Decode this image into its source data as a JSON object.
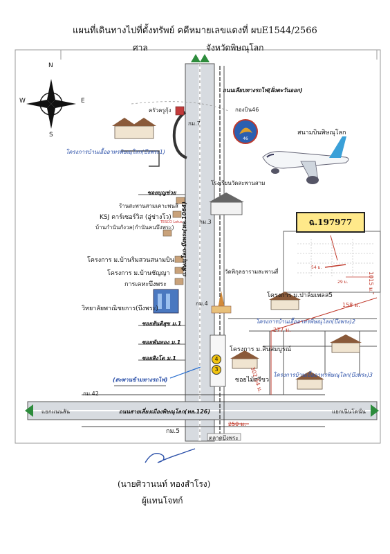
{
  "header": {
    "title": "แผนที่เดินทางไปที่ตั้งทรัพย์ คดีหมายเลขแดงที่ ผบE1544/2566",
    "top_left": "ศาล",
    "top_right": "จังหวัดพิษณุโลก"
  },
  "compass": {
    "n": "N",
    "s": "S",
    "e": "E",
    "w": "W"
  },
  "labels": {
    "flyover": "ถนนเลียบทางรถไฟ(ฝั่งตะวันออก)",
    "wing46": "กองบิน46",
    "airport": "สนามบินพิษณุโลก",
    "shop1": "ครัวครูกุ้ง",
    "km7": "กม.7",
    "project1": "โครงการบ้านเอื้ออาทรพิษณุโลก(บึงพระ1)",
    "school": "โรงเรียนวัดสะพานสาม",
    "soi_boon": "ซอยบุญช่วย",
    "shop2": "ร้านสะพานสามเคาะพนสิ",
    "ksj": "KSJ คาร์เซอร์วิส (อู่ช่างโว)",
    "shop3": "บ้านกำนันกังวล(กำนันคนบึงพระ)",
    "km3": "กม.3",
    "tesco": "TESCO Lotus",
    "highway_1064": "ถ.พิษณุโลก-บึงพระ(ทล.1064)",
    "proj_riverside": "โครงการ ม.บ้านริมสวนสนามบิน",
    "proj_chanya": "โครงการ ม.บ้านชัญญา",
    "kheha": "การเคหะบึงพระ",
    "wat": "วัดพิกุลธารามสะพานสี่",
    "college": "วิทยาลัยพาณิชยการ(บึงพระ)",
    "km4": "กม.4",
    "proj_parkville": "โครงการ ม.ปาล์มเพลส5",
    "project2": "โครงการบ้านเอื้ออาทรพิษณุโลก(บึงพระ)2",
    "soi_1": "ซอยสันติสุข ม.1",
    "soi_2": "ซอยพันทอง ม.1",
    "soi_3": "ซอยสิงโต ม.1",
    "proj_sin": "โครงการ ม.สินสมบูรณ์",
    "soi_mai": "ซอยไม้ศรีขว",
    "project3": "โครงการบ้านเอื้ออาทรพิษณุโลก(บึงพระ)3",
    "rail_bridge": "(สะพานข้ามทางรถไฟ)",
    "km42": "กม.42",
    "left_end": "แยกแนนลัน",
    "right_end": "แยกเนินโดนั่น",
    "main_road": "ถนนสายเลี่ยงเมืองพิษณุโลก(ทล.126)",
    "km5": "กม.5",
    "market": "ตลาดบึงพระ",
    "dist_277": "277 ม.",
    "dist_302": "302.54 ม.",
    "dist_158": "158 ม.",
    "dist_250": "250 ม.",
    "dist_1015": "1015 ม.",
    "dist_54": "54 ม.",
    "dist_29": "29 ม."
  },
  "deed": {
    "number": "ฉ.197977"
  },
  "markers": {
    "m4": "4",
    "m3": "3"
  },
  "signature": {
    "name": "(นายศิวานนท์ ทองสำโรง)",
    "role": "ผู้แทนโจทก์"
  }
}
